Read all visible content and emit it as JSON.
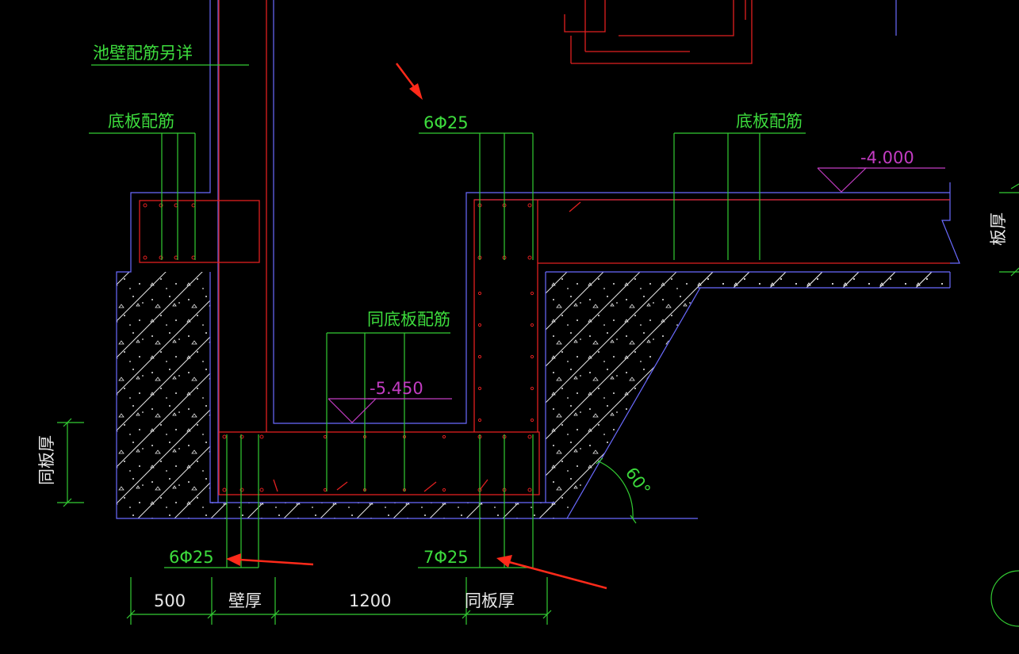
{
  "colors": {
    "background": "#000000",
    "green": "#33cc33",
    "red": "#e02020",
    "blue": "#6a6aff",
    "magenta": "#c23cc2",
    "white": "#e8e8e8",
    "arrow": "#ff2a1a"
  },
  "labels": {
    "wall_rebar_note": "池壁配筋另详",
    "bottom_rebar_left": "底板配筋",
    "top_rebar_mid": "6Φ25",
    "bottom_rebar_right": "底板配筋",
    "same_as_slab_rebar": "同底板配筋",
    "bottom_bar_left": "6Φ25",
    "bottom_bar_right": "7Φ25",
    "side_dim_right": "板厚",
    "side_dim_left": "同板厚",
    "angle": "60°"
  },
  "elevations": {
    "slab_top": "-4.000",
    "pit_bottom": "-5.450"
  },
  "dimensions": {
    "d1": "500",
    "d2": "壁厚",
    "d3": "1200",
    "d4": "同板厚"
  }
}
